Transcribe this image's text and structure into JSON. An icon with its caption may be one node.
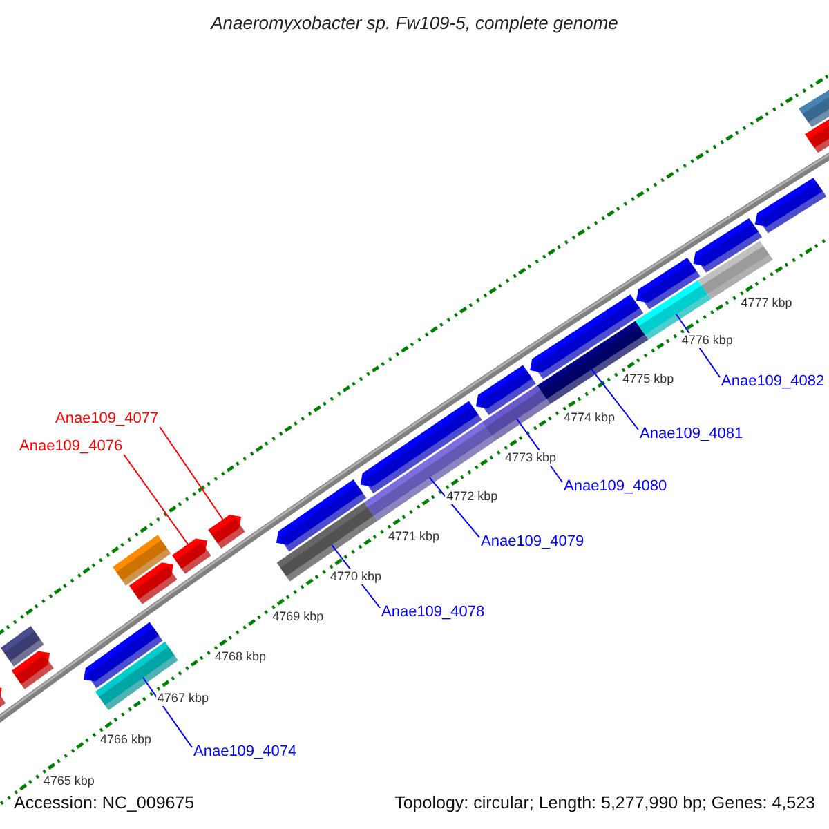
{
  "diagram": {
    "title": "Anaeromyxobacter sp. Fw109-5, complete genome",
    "nodes": [
      {
        "text": [
          "Anae109_4082"
        ]
      },
      {
        "text": [
          "Anae109_4077"
        ]
      },
      {
        "text": [
          "Anae109_4081"
        ]
      },
      {
        "text": [
          "Anae109_4076"
        ]
      },
      {
        "text": [
          "Anae109_4080"
        ]
      },
      {
        "text": [
          "Anae109_4079"
        ]
      },
      {
        "text": [
          "Anae109_4078"
        ]
      },
      {
        "text": [
          "Anae109_4074"
        ]
      },
      {
        "text": [],
        "shape": "arrow"
      },
      {
        "text": [],
        "shape": "arrow"
      },
      {
        "text": [],
        "shape": "bar"
      },
      {
        "text": [],
        "shape": "arrow"
      },
      {
        "text": [],
        "shape": "bar"
      },
      {
        "text": [],
        "shape": "bar"
      },
      {
        "text": [],
        "shape": "arrow"
      },
      {
        "text": [],
        "shape": "arrow"
      },
      {
        "text": [],
        "shape": "arrow"
      },
      {
        "text": [],
        "shape": "bar"
      },
      {
        "text": [],
        "shape": "arrow"
      },
      {
        "text": [],
        "shape": "bar"
      },
      {
        "text": [],
        "shape": "arrow"
      },
      {
        "text": [],
        "shape": "bar"
      },
      {
        "text": [],
        "shape": "arrow"
      },
      {
        "text": [],
        "shape": "bar"
      },
      {
        "text": [],
        "shape": "arrow"
      },
      {
        "text": [],
        "shape": "bar"
      },
      {
        "text": [],
        "shape": "arrow"
      },
      {
        "text": [],
        "shape": "bar"
      },
      {
        "text": [],
        "shape": "arrow"
      },
      {
        "text": [],
        "shape": "arrow"
      },
      {
        "text": [],
        "shape": "bar"
      },
      {
        "text": [],
        "shape": "arrow"
      }
    ],
    "edges": [
      {
        "from": 0,
        "to": 25,
        "arrow": "none"
      },
      {
        "from": 1,
        "to": 16,
        "arrow": "none",
        "color": "#ff0000"
      },
      {
        "from": 2,
        "to": 23,
        "arrow": "none"
      },
      {
        "from": 3,
        "to": 15,
        "arrow": "none",
        "color": "#ff0000"
      },
      {
        "from": 4,
        "to": 21,
        "arrow": "none"
      },
      {
        "from": 5,
        "to": 19,
        "arrow": "none"
      },
      {
        "from": 6,
        "to": 17,
        "arrow": "none"
      },
      {
        "from": 7,
        "to": 12,
        "arrow": "none"
      }
    ],
    "labels": [
      "4765 kbp",
      "4766 kbp",
      "4767 kbp",
      "4768 kbp",
      "4769 kbp",
      "4770 kbp",
      "4771 kbp",
      "4772 kbp",
      "4773 kbp",
      "4774 kbp",
      "4775 kbp",
      "4776 kbp",
      "4777 kbp",
      "Accession: NC_009675",
      "Topology: circular; Length: 5,277,990 bp; Genes: 4,523"
    ]
  }
}
